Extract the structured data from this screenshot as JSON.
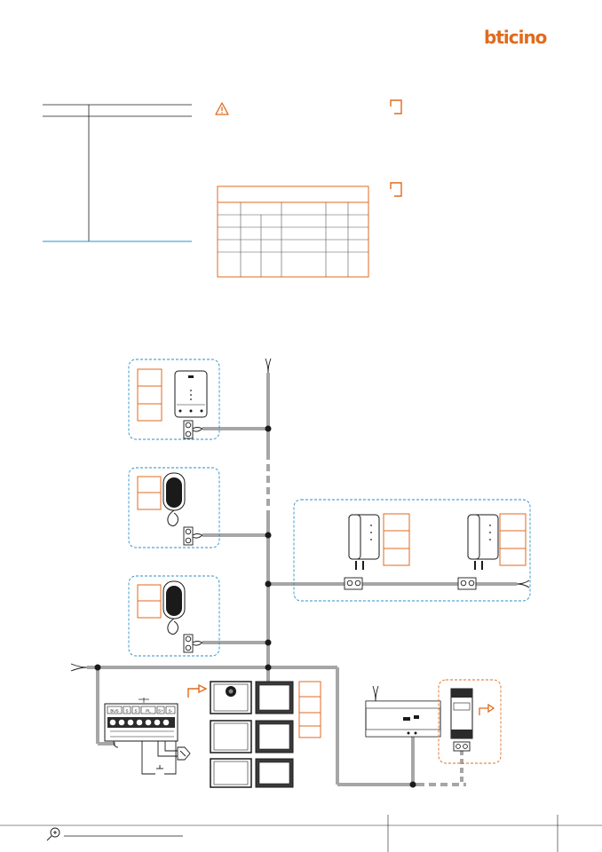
{
  "brand": {
    "logo_text": "bticino",
    "accent": "#e06a1f"
  },
  "colors": {
    "dashed_box": "#2a8fc7",
    "orange": "#e06a1f",
    "bus": "#a6a6a6",
    "line": "#1a1a1a"
  },
  "icons": [
    "warning-icon",
    "corner-bracket-icon",
    "zoom-in-icon",
    "cable-fork-icon",
    "terminal-block-icon",
    "push-button-icon",
    "arrow-hook-icon"
  ],
  "terminal_labels": {
    "row1": [
      "BUS",
      "S",
      "S",
      "PL",
      "S+",
      "S-"
    ]
  },
  "footer": {
    "page_number": ""
  }
}
